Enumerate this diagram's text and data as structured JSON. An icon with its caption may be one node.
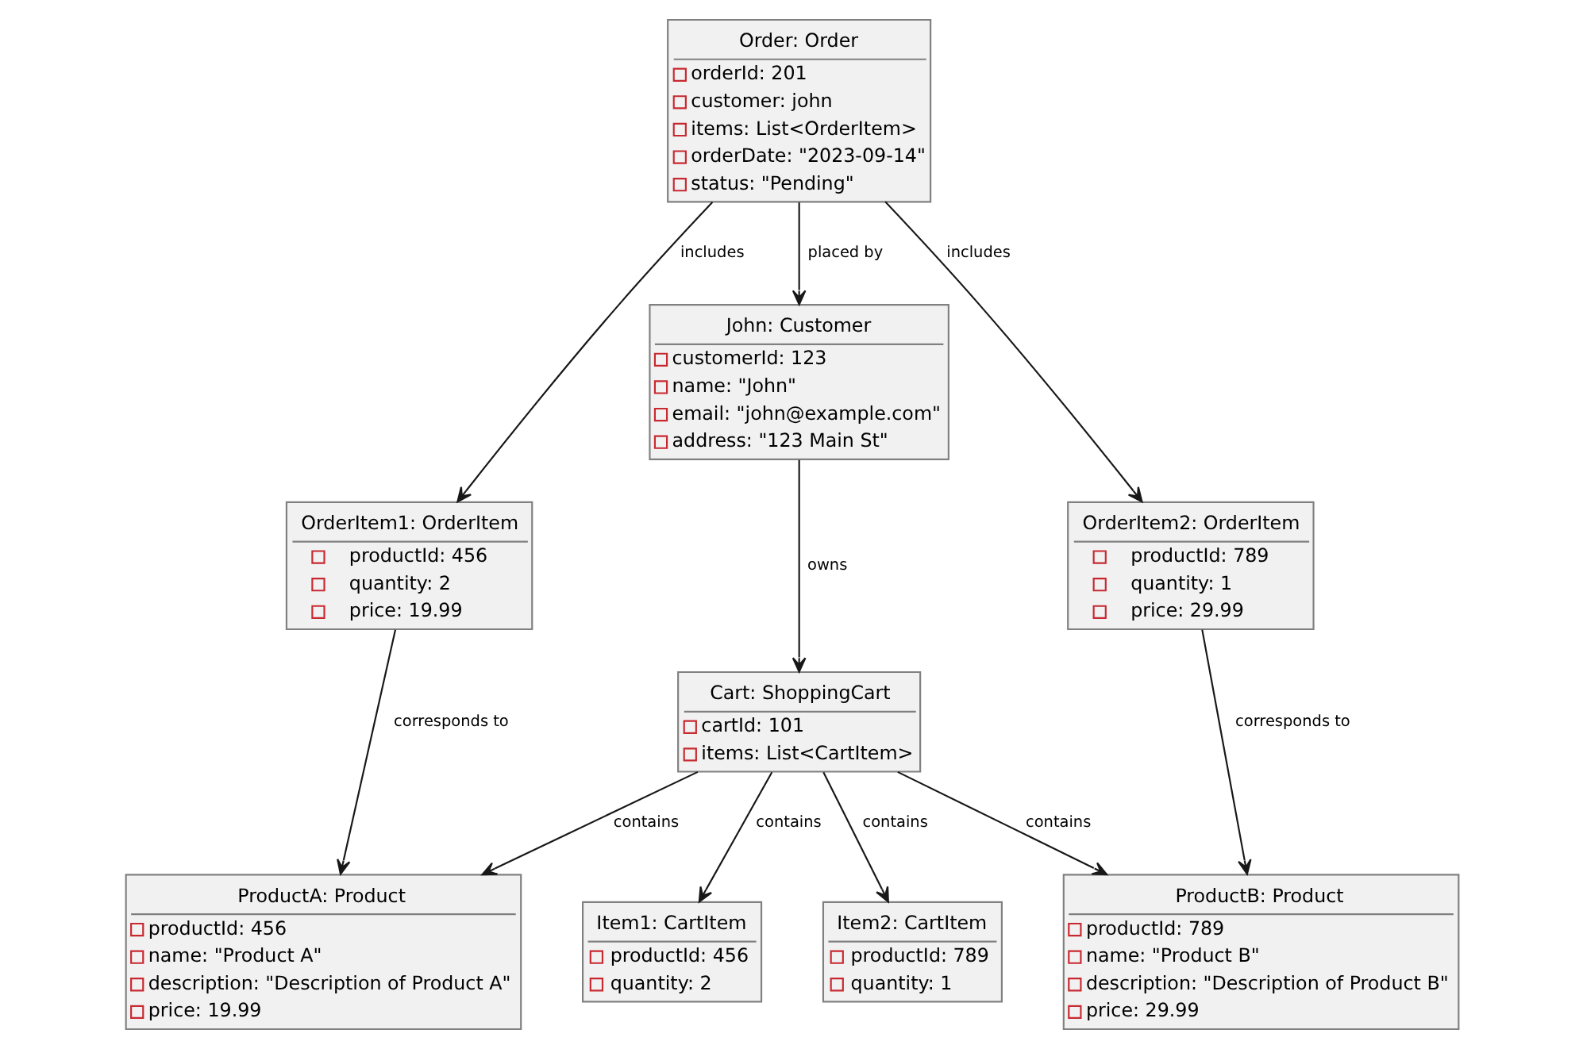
{
  "diagram": {
    "nodes": [
      {
        "text": [
          "Order: Order",
          "orderId: 201",
          "customer: john",
          "items: List<OrderItem>",
          "orderDate: \"2023-09-14\"",
          "status: \"Pending\""
        ]
      },
      {
        "text": [
          "John: Customer",
          "customerId: 123",
          "name: \"John\"",
          "email: \"john@example.com\"",
          "address: \"123 Main St\""
        ]
      },
      {
        "text": [
          "OrderItem1: OrderItem",
          "productId: 456",
          "quantity: 2",
          "price: 19.99"
        ]
      },
      {
        "text": [
          "OrderItem2: OrderItem",
          "productId: 789",
          "quantity: 1",
          "price: 29.99"
        ]
      },
      {
        "text": [
          "Cart: ShoppingCart",
          "cartId: 101",
          "items: List<CartItem>"
        ]
      },
      {
        "text": [
          "ProductA: Product",
          "productId: 456",
          "name: \"Product A\"",
          "description: \"Description of Product A\"",
          "price: 19.99"
        ]
      },
      {
        "text": [
          "Item1: CartItem",
          "productId: 456",
          "quantity: 2"
        ]
      },
      {
        "text": [
          "Item2: CartItem",
          "productId: 789",
          "quantity: 1"
        ]
      },
      {
        "text": [
          "ProductB: Product",
          "productId: 789",
          "name: \"Product B\"",
          "description: \"Description of Product B\"",
          "price: 29.99"
        ]
      }
    ],
    "edges": [
      {
        "from": 0,
        "to": 2,
        "arrow": "to",
        "label": "includes"
      },
      {
        "from": 0,
        "to": 1,
        "arrow": "to",
        "label": "placed by"
      },
      {
        "from": 0,
        "to": 3,
        "arrow": "to",
        "label": "includes"
      },
      {
        "from": 1,
        "to": 4,
        "arrow": "to",
        "label": "owns"
      },
      {
        "from": 2,
        "to": 5,
        "arrow": "to",
        "label": "corresponds to"
      },
      {
        "from": 3,
        "to": 8,
        "arrow": "to",
        "label": "corresponds to"
      },
      {
        "from": 4,
        "to": 5,
        "arrow": "to",
        "label": "contains"
      },
      {
        "from": 4,
        "to": 6,
        "arrow": "to",
        "label": "contains"
      },
      {
        "from": 4,
        "to": 7,
        "arrow": "to",
        "label": "contains"
      },
      {
        "from": 4,
        "to": 8,
        "arrow": "to",
        "label": "contains"
      }
    ]
  }
}
